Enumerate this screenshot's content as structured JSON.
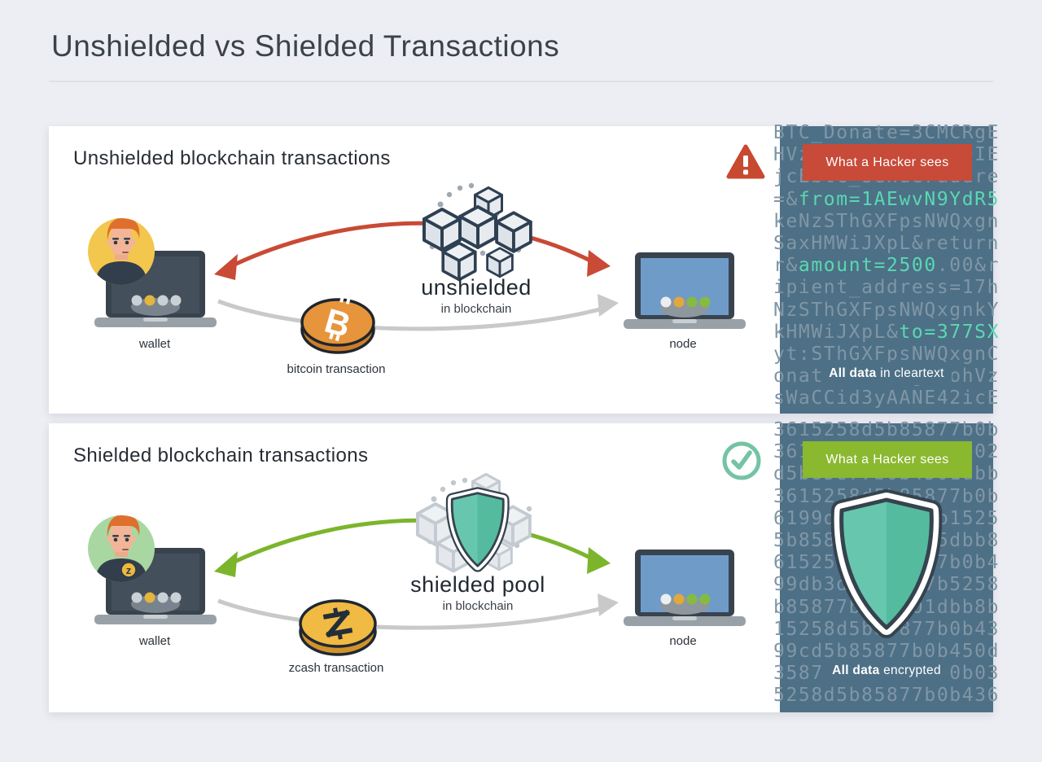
{
  "page": {
    "title": "Unshielded vs Shielded Transactions"
  },
  "colors": {
    "page_bg": "#edeef4",
    "card_bg": "#ffffff",
    "hacker_panel_bg": "#4d7086",
    "hacker_text": "#8096a6",
    "hacker_highlight": "#5ad8b2",
    "hacker_button_red": "#c84a38",
    "hacker_button_green": "#8ab82f",
    "warning_red": "#c7492f",
    "success_teal": "#74c3a4",
    "arrow_red": "#c94a35",
    "arrow_green": "#7cb52c",
    "arrow_gray": "#c9c9c9",
    "bitcoin_orange": "#e6953c",
    "zcash_gold": "#f0ba43",
    "shield_teal": "#5cc0a8"
  },
  "panels": {
    "unshielded": {
      "heading": "Unshielded blockchain transactions",
      "status": "warning",
      "wallet_label": "wallet",
      "center_title": "unshielded",
      "center_subtitle": "in blockchain",
      "coin_label": "bitcoin transaction",
      "coin_symbol": "₿",
      "node_label": "node",
      "hacker": {
        "button_label": "What a Hacker sees",
        "caption_bold": "All data",
        "caption_rest": " in cleartext",
        "highlights": [
          "from=1AEwvN9YdR5",
          "amount=2500",
          "to=377SX"
        ],
        "lines": [
          "BTC_Donate=3CMCRgE",
          "HVzKqSThGXFpsNWQIE",
          "jcEbtc_senderaddre",
          "=&from=1AEwvN9YdR5",
          "keNzSThGXFpsNWQxgn",
          "SaxHMWiJXpL&return",
          "r&amount=2500.00&r",
          "ipient_address=17h",
          "NzSThGXFpsNWQxgnkY",
          "kHMWiJXpL&to=377SX",
          "yt:SThGXFpsNWQxgnC",
          "onate=3ChcKgEmohVz",
          "sWaCCid3yAANE42icE"
        ]
      }
    },
    "shielded": {
      "heading": "Shielded blockchain transactions",
      "status": "success",
      "wallet_label": "wallet",
      "center_title": "shielded pool",
      "center_subtitle": "in blockchain",
      "coin_label": "zcash transaction",
      "coin_symbol": "z",
      "node_label": "node",
      "hacker": {
        "button_label": "What a Hacker sees",
        "caption_bold": "All data",
        "caption_rest": " encrypted",
        "highlights": [],
        "lines": [
          "3615258d5b85877b0b",
          "3615258d5b85877b02",
          "d5b85877b0b4501dbb",
          "3615258d5b85877b0b",
          "6199db5b85877b1525",
          "5b8585877b0b45dbb8",
          "615258d5b85877b0b4",
          "99db3d5b85877b5258",
          "b85877b0b4501dbb8b",
          "15258d5b85877b0b43",
          "99cd5b85877b0b450d",
          "3587b0b4501dbb0b03",
          "5258d5b85877b0b436"
        ]
      }
    }
  }
}
